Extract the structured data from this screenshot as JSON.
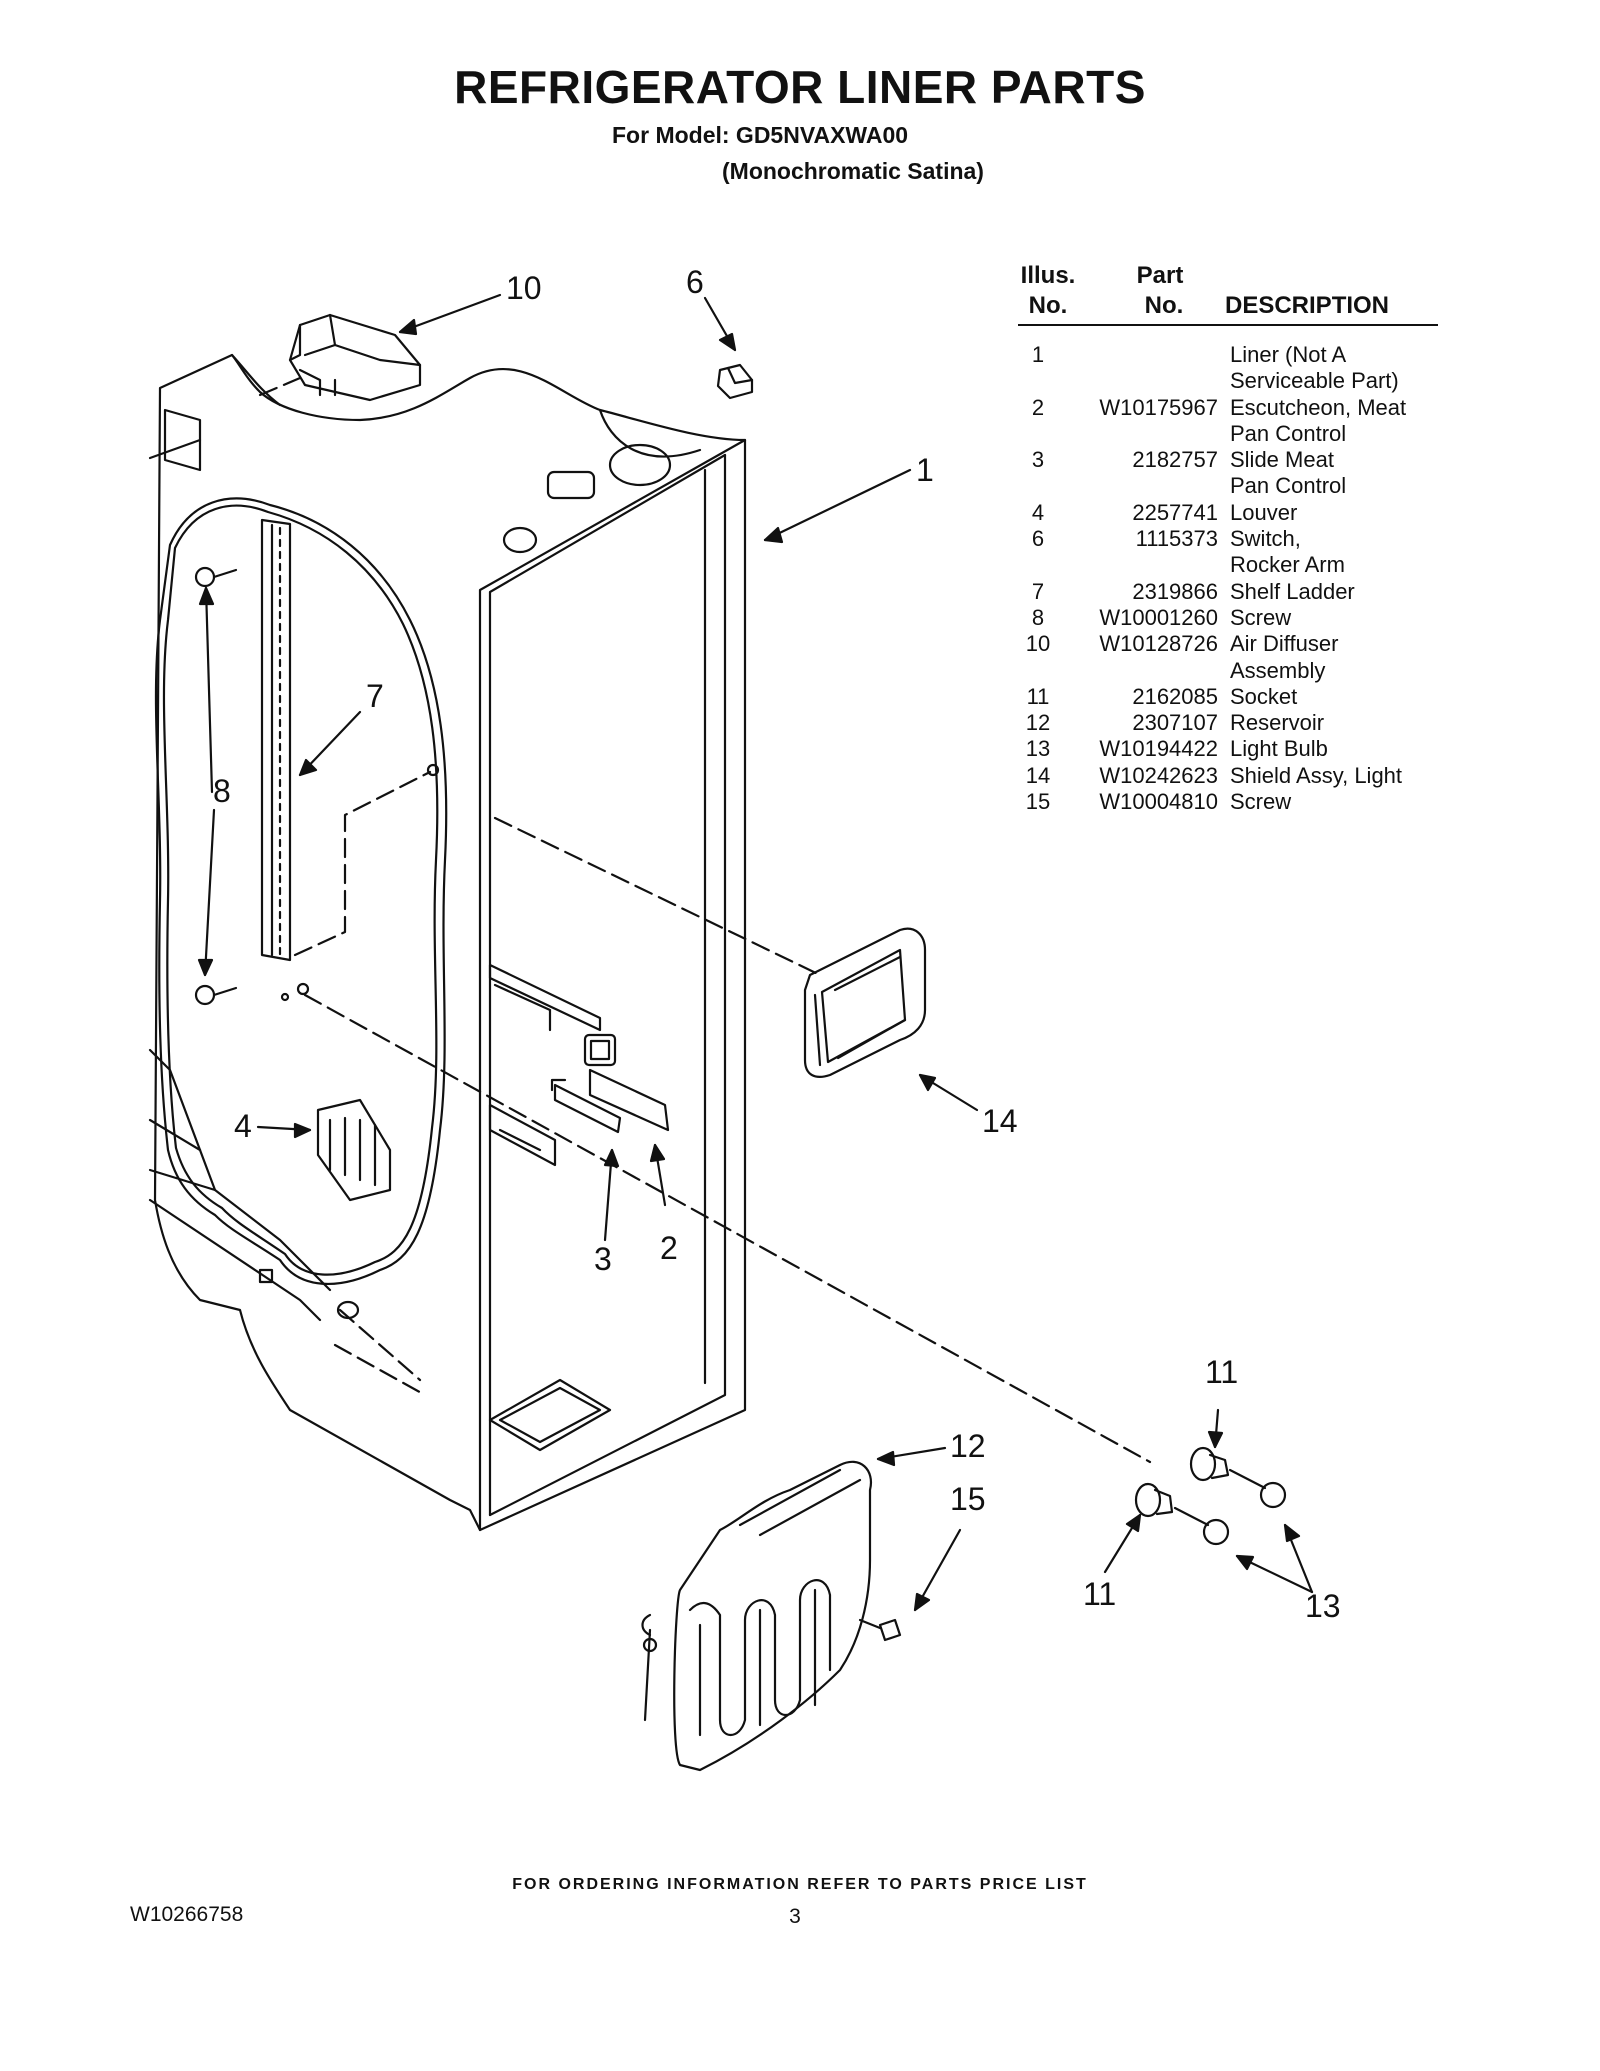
{
  "header": {
    "title": "REFRIGERATOR LINER PARTS",
    "model_line": "For Model: GD5NVAXWA00",
    "finish_line": "(Monochromatic Satina)"
  },
  "table": {
    "col_illus": "Illus.",
    "col_illus_no": "No.",
    "col_part": "Part",
    "col_part_no": "No.",
    "col_desc": "DESCRIPTION",
    "rows": [
      {
        "illus": "1",
        "part": "",
        "desc": [
          "Liner (Not A",
          "Serviceable Part)"
        ]
      },
      {
        "illus": "2",
        "part": "W10175967",
        "desc": [
          "Escutcheon, Meat",
          "Pan Control"
        ]
      },
      {
        "illus": "3",
        "part": "2182757",
        "desc": [
          "Slide Meat",
          "Pan Control"
        ]
      },
      {
        "illus": "4",
        "part": "2257741",
        "desc": [
          "Louver"
        ]
      },
      {
        "illus": "6",
        "part": "1115373",
        "desc": [
          "Switch,",
          "Rocker Arm"
        ]
      },
      {
        "illus": "7",
        "part": "2319866",
        "desc": [
          "Shelf Ladder"
        ]
      },
      {
        "illus": "8",
        "part": "W10001260",
        "desc": [
          "Screw"
        ]
      },
      {
        "illus": "10",
        "part": "W10128726",
        "desc": [
          "Air Diffuser",
          "Assembly"
        ]
      },
      {
        "illus": "11",
        "part": "2162085",
        "desc": [
          "Socket"
        ]
      },
      {
        "illus": "12",
        "part": "2307107",
        "desc": [
          "Reservoir"
        ]
      },
      {
        "illus": "13",
        "part": "W10194422",
        "desc": [
          "Light Bulb"
        ]
      },
      {
        "illus": "14",
        "part": "W10242623",
        "desc": [
          "Shield Assy, Light"
        ]
      },
      {
        "illus": "15",
        "part": "W10004810",
        "desc": [
          "Screw"
        ]
      }
    ]
  },
  "callouts": {
    "c1": "1",
    "c2": "2",
    "c3": "3",
    "c4": "4",
    "c6": "6",
    "c7": "7",
    "c8": "8",
    "c10": "10",
    "c11a": "11",
    "c11b": "11",
    "c12": "12",
    "c13": "13",
    "c14": "14",
    "c15": "15"
  },
  "footer": {
    "ordering_note": "FOR ORDERING INFORMATION REFER TO PARTS PRICE LIST",
    "doc_number": "W10266758",
    "page_number": "3"
  }
}
